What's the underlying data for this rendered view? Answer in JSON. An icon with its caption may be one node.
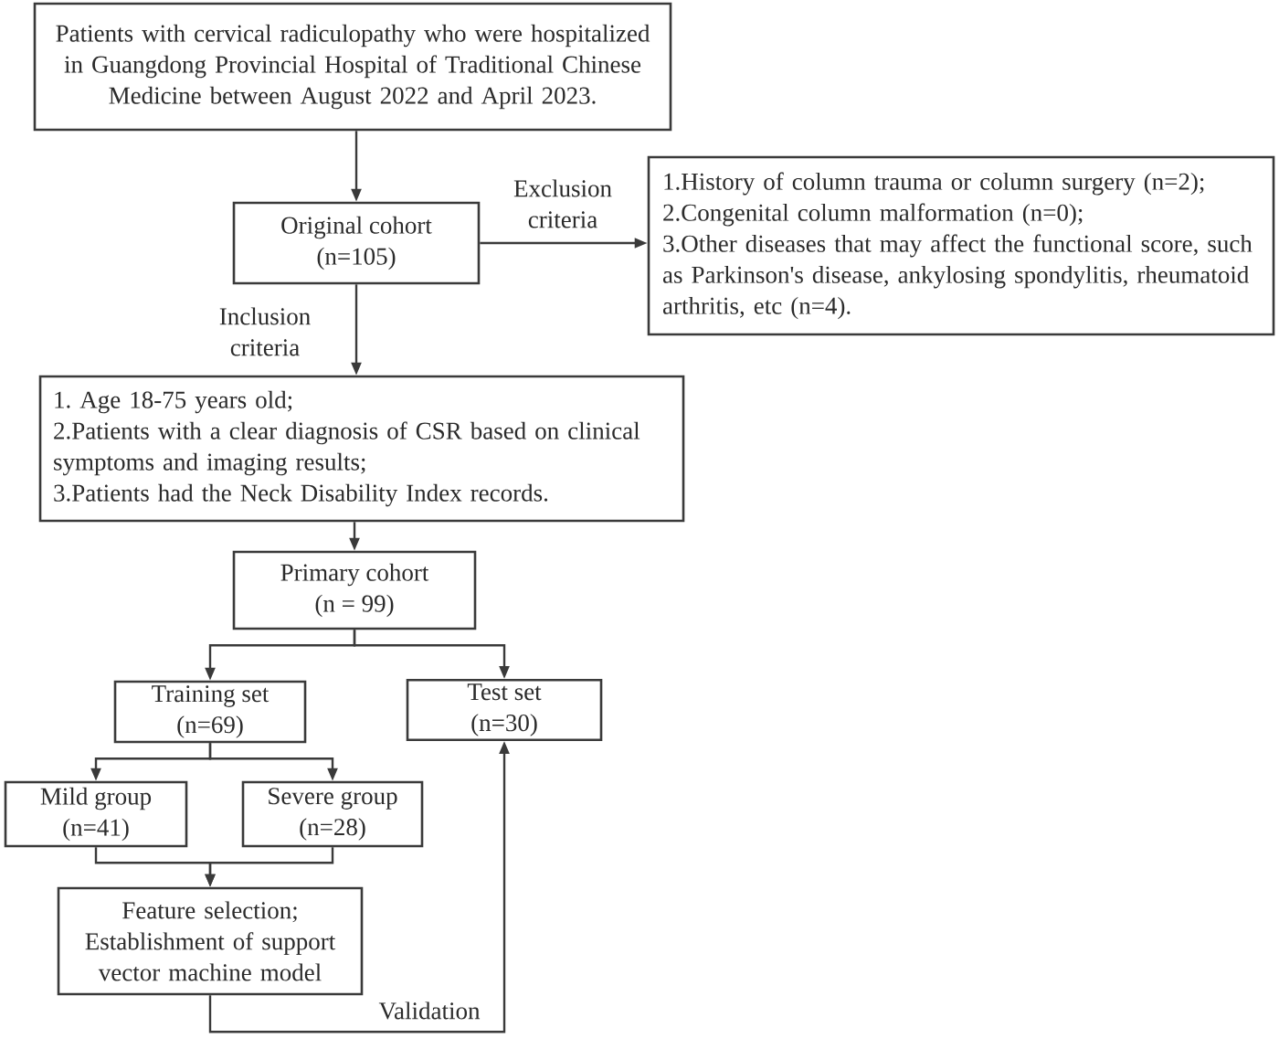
{
  "diagram": {
    "nodes": [
      {
        "text": [
          "Patients with cervical radiculopathy who were hospitalized in Guangdong Provincial Hospital of Traditional Chinese Medicine between August 2022 and April 2023."
        ]
      },
      {
        "text": [
          "Original cohort",
          "(n=105)"
        ]
      },
      {
        "text": [
          "1.History of column trauma or column surgery (n=2);",
          "2.Congenital column malformation (n=0);",
          "3.Other diseases that may affect the functional score, such as Parkinson's disease, ankylosing spondylitis, rheumatoid arthritis, etc (n=4)."
        ]
      },
      {
        "text": [
          "1. Age 18-75 years old;",
          "2.Patients with a clear diagnosis of CSR based on clinical symptoms and imaging results;",
          "3.Patients had the Neck Disability Index records."
        ]
      },
      {
        "text": [
          "Primary cohort",
          "(n = 99)"
        ]
      },
      {
        "text": [
          "Training set",
          "(n=69)"
        ]
      },
      {
        "text": [
          "Test set",
          "(n=30)"
        ]
      },
      {
        "text": [
          "Mild group",
          "(n=41)"
        ]
      },
      {
        "text": [
          "Severe group",
          "(n=28)"
        ]
      },
      {
        "text": [
          "Feature selection;",
          "Establishment of support vector machine model"
        ]
      }
    ],
    "edges": [
      {
        "from": 0,
        "to": 1,
        "arrow": "to"
      },
      {
        "from": 1,
        "to": 2,
        "arrow": "to",
        "label": "Exclusion criteria"
      },
      {
        "from": 1,
        "to": 3,
        "arrow": "to",
        "label": "Inclusion criteria"
      },
      {
        "from": 3,
        "to": 4,
        "arrow": "to"
      },
      {
        "from": 4,
        "to": 5,
        "arrow": "to"
      },
      {
        "from": 4,
        "to": 6,
        "arrow": "to"
      },
      {
        "from": 5,
        "to": 7,
        "arrow": "to"
      },
      {
        "from": 5,
        "to": 8,
        "arrow": "to"
      },
      {
        "from": 7,
        "to": 9,
        "arrow": "to"
      },
      {
        "from": 8,
        "to": 9,
        "arrow": "to"
      },
      {
        "from": 9,
        "to": 6,
        "arrow": "to",
        "label": "Validation"
      }
    ]
  }
}
